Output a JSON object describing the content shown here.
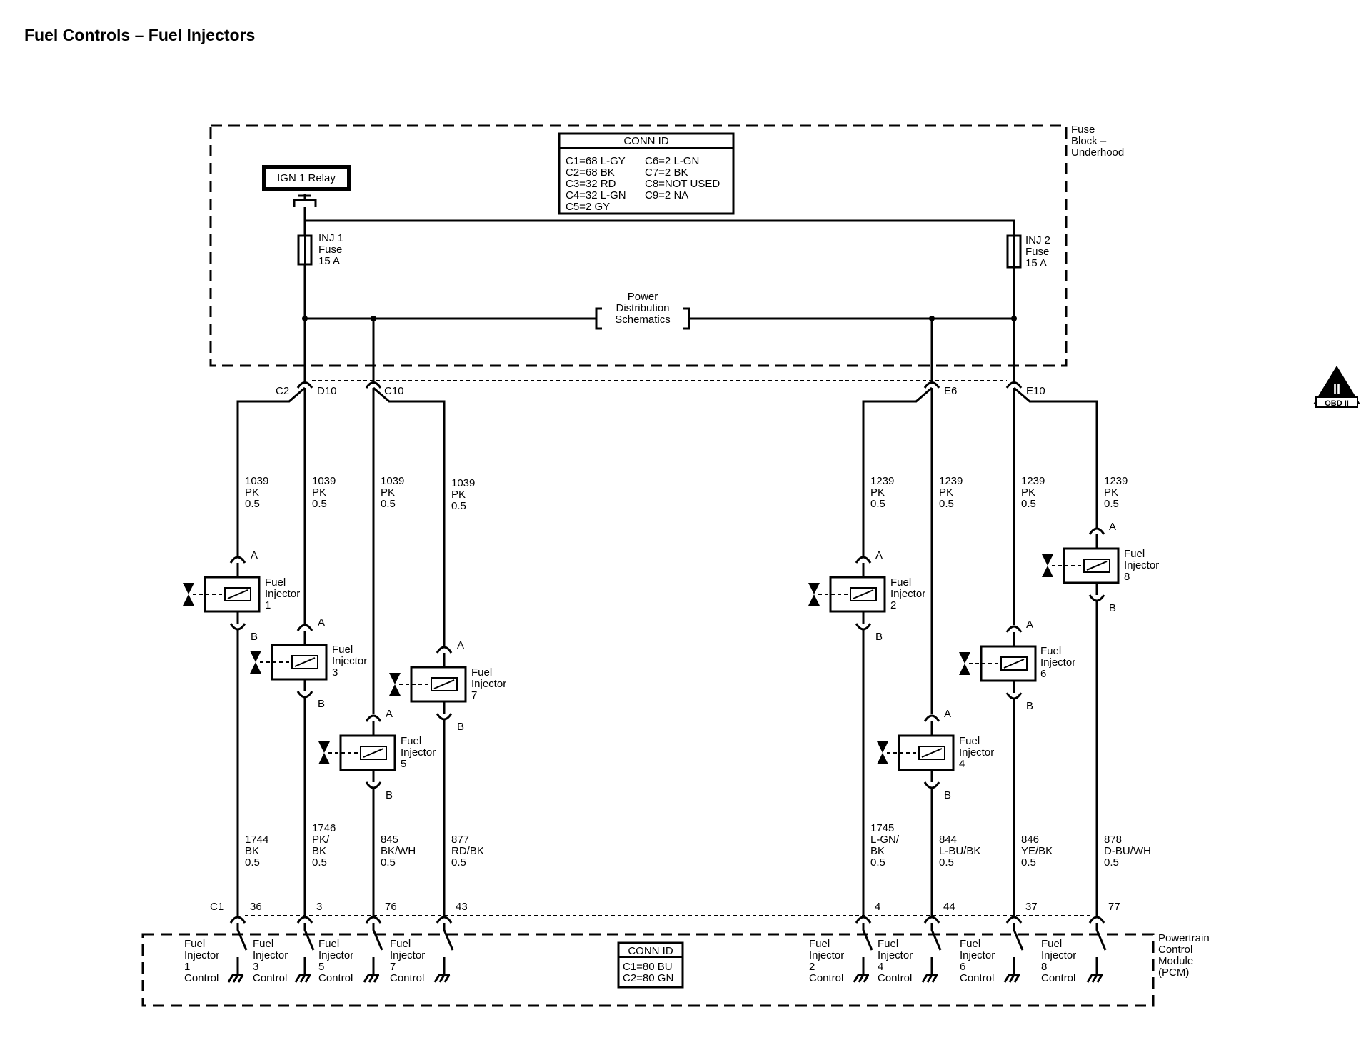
{
  "title": "Fuel Controls – Fuel Injectors",
  "fuse_block": {
    "label": [
      "Fuse",
      "Block –",
      "Underhood"
    ],
    "ign_relay": "IGN 1 Relay",
    "conn_id": {
      "title": "CONN ID",
      "lines": [
        "C1=68 L-GY",
        "C2=68 BK",
        "C3=32 RD",
        "C4=32 L-GN",
        "C5=2 GY"
      ],
      "lines2": [
        "C6=2 L-GN",
        "C7=2 BK",
        "C8=NOT USED",
        "C9=2 NA"
      ]
    },
    "fuse1": [
      "INJ 1",
      "Fuse",
      "15 A"
    ],
    "fuse2": [
      "INJ 2",
      "Fuse",
      "15 A"
    ],
    "power_dist": [
      "Power",
      "Distribution",
      "Schematics"
    ]
  },
  "connectors_top": {
    "c2": "C2",
    "d10": "D10",
    "c10": "C10",
    "e6": "E6",
    "e10": "E10"
  },
  "wires_top": [
    [
      "1039",
      "PK",
      "0.5"
    ],
    [
      "1039",
      "PK",
      "0.5"
    ],
    [
      "1039",
      "PK",
      "0.5"
    ],
    [
      "1039",
      "PK",
      "0.5"
    ],
    [
      "1239",
      "PK",
      "0.5"
    ],
    [
      "1239",
      "PK",
      "0.5"
    ],
    [
      "1239",
      "PK",
      "0.5"
    ],
    [
      "1239",
      "PK",
      "0.5"
    ]
  ],
  "injectors": [
    {
      "name": [
        "Fuel",
        "Injector",
        "1"
      ],
      "pin_a": "A",
      "pin_b": "B"
    },
    {
      "name": [
        "Fuel",
        "Injector",
        "3"
      ],
      "pin_a": "A",
      "pin_b": "B"
    },
    {
      "name": [
        "Fuel",
        "Injector",
        "5"
      ],
      "pin_a": "A",
      "pin_b": "B"
    },
    {
      "name": [
        "Fuel",
        "Injector",
        "7"
      ],
      "pin_a": "A",
      "pin_b": "B"
    },
    {
      "name": [
        "Fuel",
        "Injector",
        "2"
      ],
      "pin_a": "A",
      "pin_b": "B"
    },
    {
      "name": [
        "Fuel",
        "Injector",
        "4"
      ],
      "pin_a": "A",
      "pin_b": "B"
    },
    {
      "name": [
        "Fuel",
        "Injector",
        "6"
      ],
      "pin_a": "A",
      "pin_b": "B"
    },
    {
      "name": [
        "Fuel",
        "Injector",
        "8"
      ],
      "pin_a": "A",
      "pin_b": "B"
    }
  ],
  "wires_bottom": [
    [
      "1744",
      "BK",
      "0.5"
    ],
    [
      "1746",
      "PK/",
      "BK",
      "0.5"
    ],
    [
      "845",
      "BK/WH",
      "0.5"
    ],
    [
      "877",
      "RD/BK",
      "0.5"
    ],
    [
      "1745",
      "L-GN/",
      "BK",
      "0.5"
    ],
    [
      "844",
      "L-BU/BK",
      "0.5"
    ],
    [
      "846",
      "YE/BK",
      "0.5"
    ],
    [
      "878",
      "D-BU/WH",
      "0.5"
    ]
  ],
  "pcm_pins": {
    "c1": "C1",
    "pins": [
      "36",
      "3",
      "76",
      "43",
      "4",
      "44",
      "37",
      "77"
    ]
  },
  "pcm": {
    "label": [
      "Powertrain",
      "Control",
      "Module",
      "(PCM)"
    ],
    "conn_id": {
      "title": "CONN ID",
      "lines": [
        "C1=80 BU",
        "C2=80 GN"
      ]
    },
    "controls": [
      [
        "Fuel",
        "Injector",
        "1",
        "Control"
      ],
      [
        "Fuel",
        "Injector",
        "3",
        "Control"
      ],
      [
        "Fuel",
        "Injector",
        "5",
        "Control"
      ],
      [
        "Fuel",
        "Injector",
        "7",
        "Control"
      ],
      [
        "Fuel",
        "Injector",
        "2",
        "Control"
      ],
      [
        "Fuel",
        "Injector",
        "4",
        "Control"
      ],
      [
        "Fuel",
        "Injector",
        "6",
        "Control"
      ],
      [
        "Fuel",
        "Injector",
        "8",
        "Control"
      ]
    ]
  },
  "obd_badge": {
    "numeral": "II",
    "text": "OBD II"
  }
}
